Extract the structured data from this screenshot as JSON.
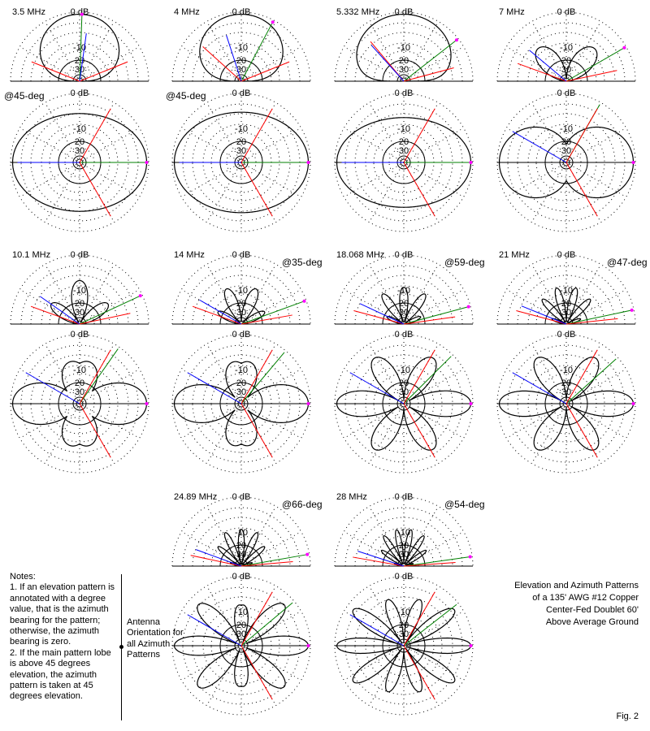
{
  "colors": {
    "pattern": "#000000",
    "ray_elev": "#ff0000",
    "ray_main": "#008000",
    "ray_az": "#0000ff",
    "marker": "#ff00ff"
  },
  "ring_labels": {
    "zero": "0 dB",
    "r10": "-10",
    "r20": "20",
    "r30": "30"
  },
  "panels": [
    {
      "freq": "3.5 MHz",
      "annotation": "@45-deg",
      "annot_pos": "azimuth",
      "elev": {
        "m": 1,
        "p": 0.6,
        "floor": 0
      },
      "az": {
        "type": "ellipse",
        "ratio": 0.73
      },
      "rays": {
        "main": 88,
        "side": [
          22,
          158
        ]
      }
    },
    {
      "freq": "4 MHz",
      "annotation": "@45-deg",
      "annot_pos": "azimuth",
      "elev": {
        "m": 1,
        "p": 0.5,
        "floor": 0
      },
      "az": {
        "type": "ellipse",
        "ratio": 0.75
      },
      "rays": {
        "main": 62,
        "side": [
          22,
          138
        ]
      }
    },
    {
      "freq": "5.332 MHz",
      "annotation": "",
      "annot_pos": "azimuth",
      "elev": {
        "m": 1,
        "p": 0.3,
        "floor": 0
      },
      "az": {
        "type": "ellipse",
        "ratio": 0.67
      },
      "rays": {
        "main": 38,
        "side": [
          15,
          130
        ]
      }
    },
    {
      "freq": "7 MHz",
      "annotation": "",
      "annot_pos": "azimuth",
      "elev": {
        "m": 2,
        "p": 0.8,
        "floor": 0.35
      },
      "az": {
        "type": "lobes",
        "m": 1,
        "floor": 0.45
      },
      "rays": {
        "main": 30,
        "side": [
          12,
          160
        ]
      }
    },
    {
      "freq": "10.1 MHz",
      "annotation": "",
      "annot_pos": "elevation",
      "elev": {
        "m": 3,
        "p": 0.9,
        "floor": 0.3
      },
      "az": {
        "type": "lobes",
        "m": 2,
        "floor": 0.3
      },
      "rays": {
        "main": 25,
        "side": [
          12,
          160
        ]
      }
    },
    {
      "freq": "14 MHz",
      "annotation": "@35-deg",
      "annot_pos": "elevation",
      "elev": {
        "m": 4,
        "p": 1,
        "floor": 0.1
      },
      "az": {
        "type": "lobes",
        "m": 2,
        "floor": 0.15
      },
      "rays": {
        "main": 20,
        "side": [
          10,
          160
        ]
      }
    },
    {
      "freq": "18.068 MHz",
      "annotation": "@59-deg",
      "annot_pos": "elevation",
      "elev": {
        "m": 5,
        "p": 1.2,
        "floor": 0.1
      },
      "az": {
        "type": "lobes",
        "m": 3,
        "floor": 0.1
      },
      "rays": {
        "main": 15,
        "side": [
          8,
          165
        ]
      }
    },
    {
      "freq": "21 MHz",
      "annotation": "@47-deg",
      "annot_pos": "elevation",
      "elev": {
        "m": 6,
        "p": 1.2,
        "floor": 0.1
      },
      "az": {
        "type": "lobes",
        "m": 3,
        "floor": 0.08
      },
      "rays": {
        "main": 12,
        "side": [
          6,
          165
        ]
      }
    },
    {
      "freq": "24.89 MHz",
      "annotation": "@66-deg",
      "annot_pos": "elevation",
      "elev": {
        "m": 7,
        "p": 1.3,
        "floor": 0.1
      },
      "az": {
        "type": "lobes",
        "m": 4,
        "floor": 0.08
      },
      "rays": {
        "main": 10,
        "side": [
          5,
          168
        ]
      }
    },
    {
      "freq": "28 MHz",
      "annotation": "@54-deg",
      "annot_pos": "elevation",
      "elev": {
        "m": 8,
        "p": 1.3,
        "floor": 0.1
      },
      "az": {
        "type": "lobes",
        "m": 5,
        "floor": 0.06
      },
      "rays": {
        "main": 8,
        "side": [
          4,
          170
        ]
      }
    }
  ],
  "notes": {
    "heading": "Notes:",
    "note1": "1.  If an elevation pattern is annotated with a degree value, that is the azimuth bearing for the pattern; otherwise, the azimuth bearing is zero.",
    "note2": "2.  If the main pattern lobe is above 45 degrees elevation, the azimuth pattern is taken at 45 degrees elevation."
  },
  "orientation_label": "Antenna Orientation for all Azimuth Patterns",
  "title": {
    "line1": "Elevation and Azimuth Patterns",
    "line2": "of a 135' AWG #12 Copper",
    "line3": "Center-Fed Doublet 60'",
    "line4": "Above Average Ground"
  },
  "figure_label": "Fig. 2"
}
